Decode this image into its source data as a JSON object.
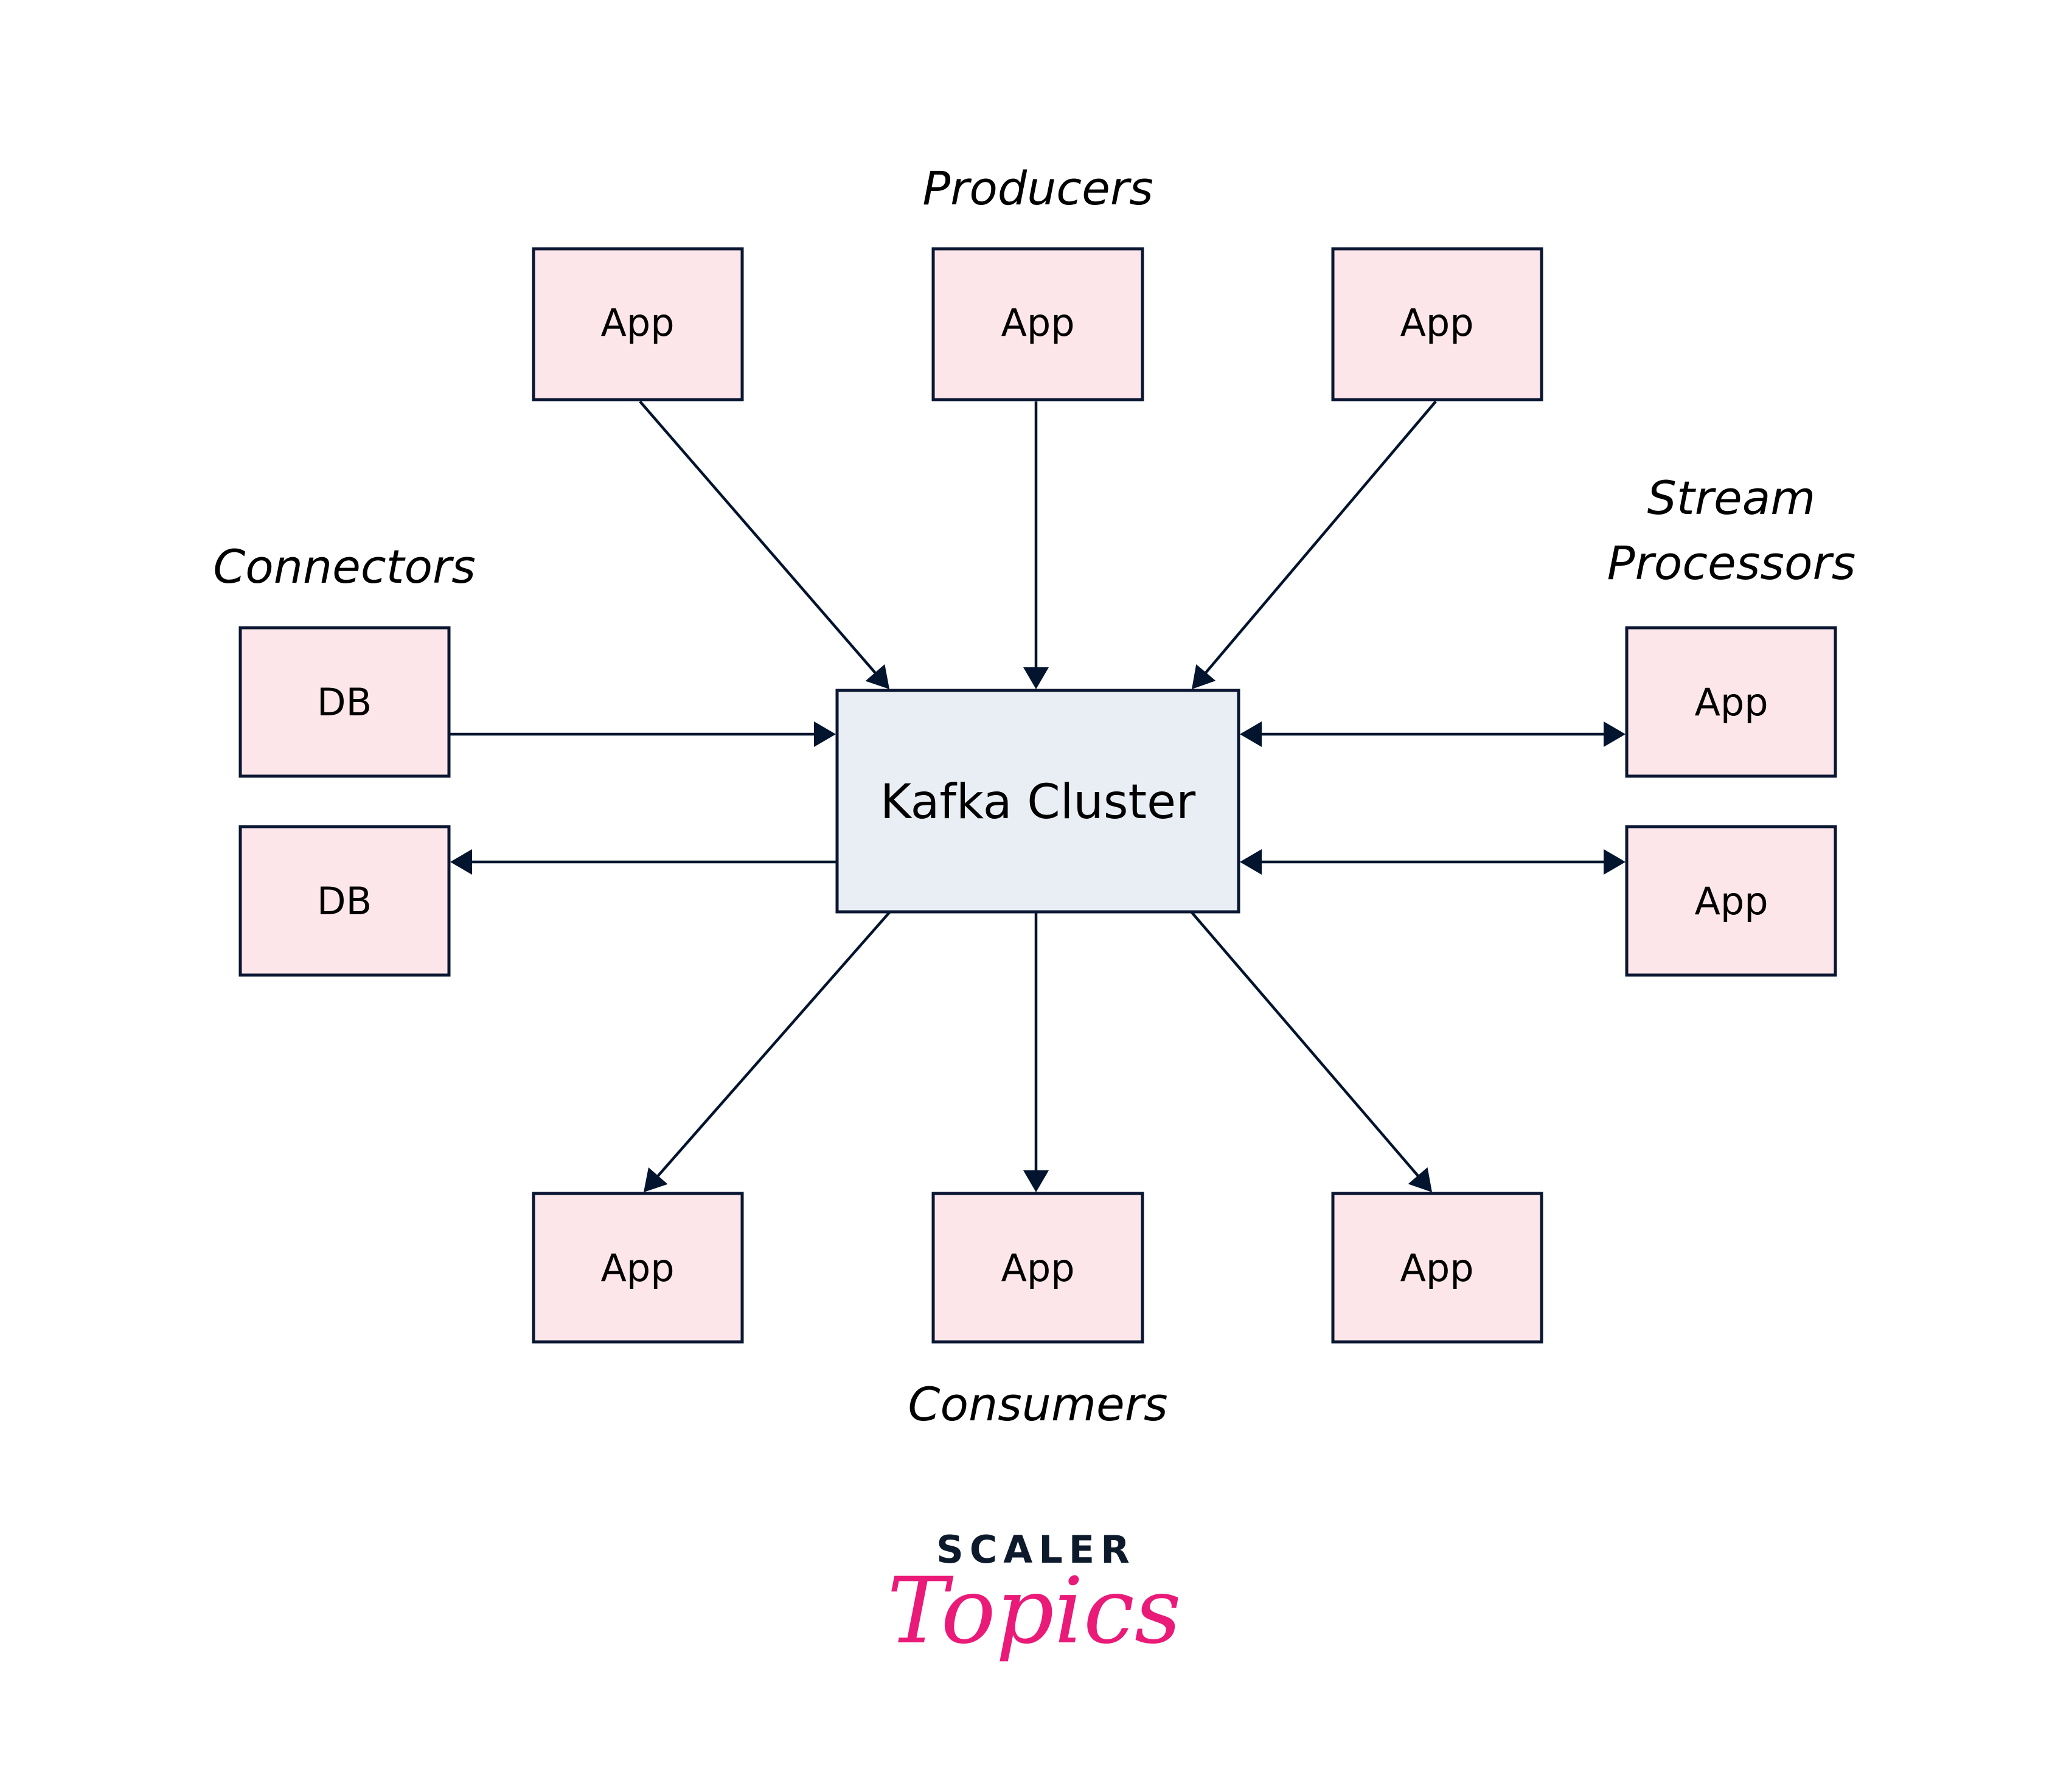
{
  "diagram": {
    "title": "Kafka ecosystem",
    "colors": {
      "node_fill": "#fde6e9",
      "cluster_fill": "#e8eef3",
      "stroke": "#0b1732",
      "logo_dark": "#0c1a2c",
      "logo_accent": "#ea1a78"
    },
    "center": {
      "id": "kafka",
      "label": "Kafka Cluster"
    },
    "groups": {
      "producers": {
        "label": "Producers"
      },
      "connectors": {
        "label": "Connectors"
      },
      "stream_processors": {
        "label_line1": "Stream",
        "label_line2": "Processors"
      },
      "consumers": {
        "label": "Consumers"
      }
    },
    "nodes": [
      {
        "id": "producer-1",
        "group": "producers",
        "label": "App"
      },
      {
        "id": "producer-2",
        "group": "producers",
        "label": "App"
      },
      {
        "id": "producer-3",
        "group": "producers",
        "label": "App"
      },
      {
        "id": "connector-db-1",
        "group": "connectors",
        "label": "DB"
      },
      {
        "id": "connector-db-2",
        "group": "connectors",
        "label": "DB"
      },
      {
        "id": "stream-app-1",
        "group": "stream_processors",
        "label": "App"
      },
      {
        "id": "stream-app-2",
        "group": "stream_processors",
        "label": "App"
      },
      {
        "id": "consumer-1",
        "group": "consumers",
        "label": "App"
      },
      {
        "id": "consumer-2",
        "group": "consumers",
        "label": "App"
      },
      {
        "id": "consumer-3",
        "group": "consumers",
        "label": "App"
      }
    ],
    "edges": [
      {
        "from": "producer-1",
        "to": "kafka",
        "direction": "forward"
      },
      {
        "from": "producer-2",
        "to": "kafka",
        "direction": "forward"
      },
      {
        "from": "producer-3",
        "to": "kafka",
        "direction": "forward"
      },
      {
        "from": "connector-db-1",
        "to": "kafka",
        "direction": "forward"
      },
      {
        "from": "kafka",
        "to": "connector-db-2",
        "direction": "forward"
      },
      {
        "from": "kafka",
        "to": "stream-app-1",
        "direction": "both"
      },
      {
        "from": "kafka",
        "to": "stream-app-2",
        "direction": "both"
      },
      {
        "from": "kafka",
        "to": "consumer-1",
        "direction": "forward"
      },
      {
        "from": "kafka",
        "to": "consumer-2",
        "direction": "forward"
      },
      {
        "from": "kafka",
        "to": "consumer-3",
        "direction": "forward"
      }
    ]
  },
  "logo": {
    "line1": "SCALER",
    "line2": "Topics"
  }
}
